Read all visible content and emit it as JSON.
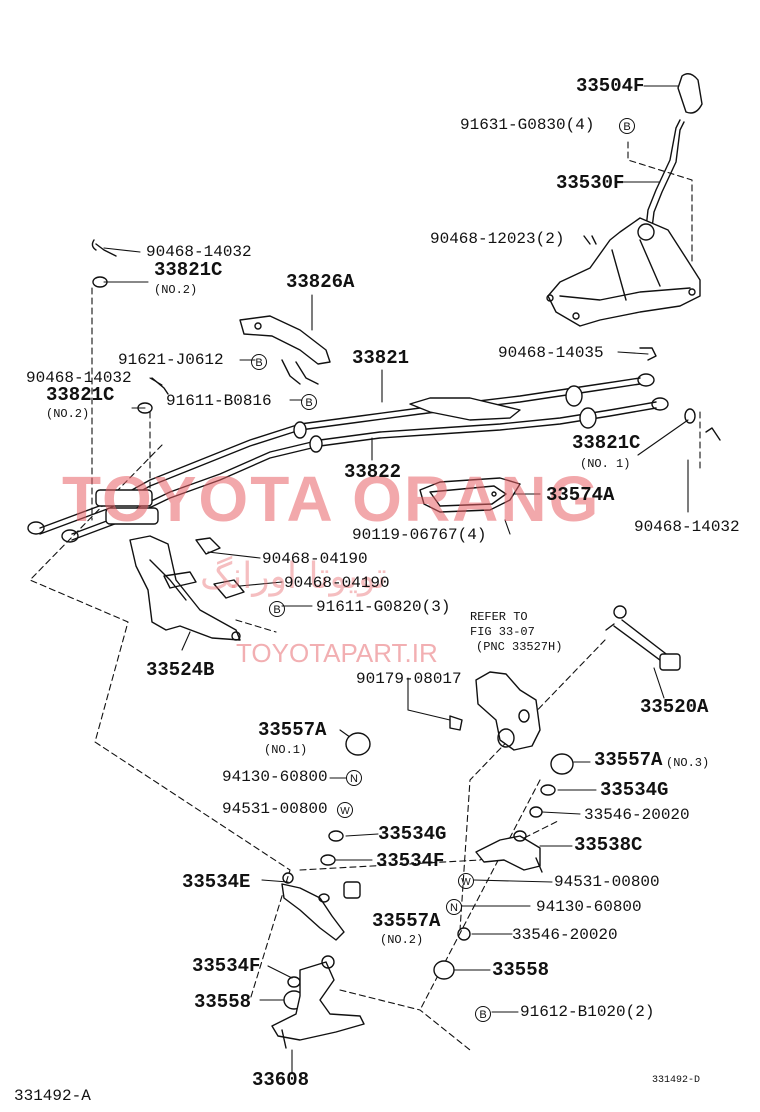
{
  "watermark": {
    "main": "TOYOTA ORANG",
    "farsi": "تويوتا اورانگ",
    "url": "TOYOTAPART.IR"
  },
  "footer": {
    "left_code": "331492-A",
    "right_code": "331492-D"
  },
  "labels": {
    "p33504F": "33504F",
    "p91631": "91631-G0830(4)",
    "p33530F": "33530F",
    "p90468_12023": "90468-12023(2)",
    "p90468_14032_top": "90468-14032",
    "p33821C_top": "33821C",
    "no2_top": "(NO.2)",
    "p33826A": "33826A",
    "p91621": "91621-J0612",
    "p33821": "33821",
    "p90468_14035": "90468-14035",
    "p90468_14032_left": "90468-14032",
    "p33821C_left": "33821C",
    "no2_left": "(NO.2)",
    "p91611_B0816": "91611-B0816",
    "p33821C_right": "33821C",
    "no1_right": "(NO. 1)",
    "p33822": "33822",
    "p33574A": "33574A",
    "p90468_14032_right": "90468-14032",
    "p90119": "90119-06767(4)",
    "p90468_04190_a": "90468-04190",
    "p90468_04190_b": "90468-04190",
    "p91611_G0820": "91611-G0820(3)",
    "refer_1": "REFER TO",
    "refer_2": "FIG 33-07",
    "refer_3": "(PNC 33527H)",
    "p33524B": "33524B",
    "p90179": "90179-08017",
    "p33520A": "33520A",
    "p33557A_1": "33557A",
    "no1_557": "(NO.1)",
    "p94130_top": "94130-60800",
    "p94531_top": "94531-00800",
    "p33557A_3": "33557A",
    "no3_557": "(NO.3)",
    "p33534G_right": "33534G",
    "p33546_top": "33546-20020",
    "p33534G_mid": "33534G",
    "p33534F_mid": "33534F",
    "p33538C": "33538C",
    "p33534E": "33534E",
    "p94531_bot": "94531-00800",
    "p33557A_2": "33557A",
    "no2_557": "(NO.2)",
    "p94130_bot": "94130-60800",
    "p33546_bot": "33546-20020",
    "p33534F_bot": "33534F",
    "p33558_right": "33558",
    "p33558_left": "33558",
    "p91612": "91612-B1020(2)",
    "p33608": "33608"
  },
  "badges": {
    "B": "B",
    "N": "N",
    "W": "W"
  }
}
